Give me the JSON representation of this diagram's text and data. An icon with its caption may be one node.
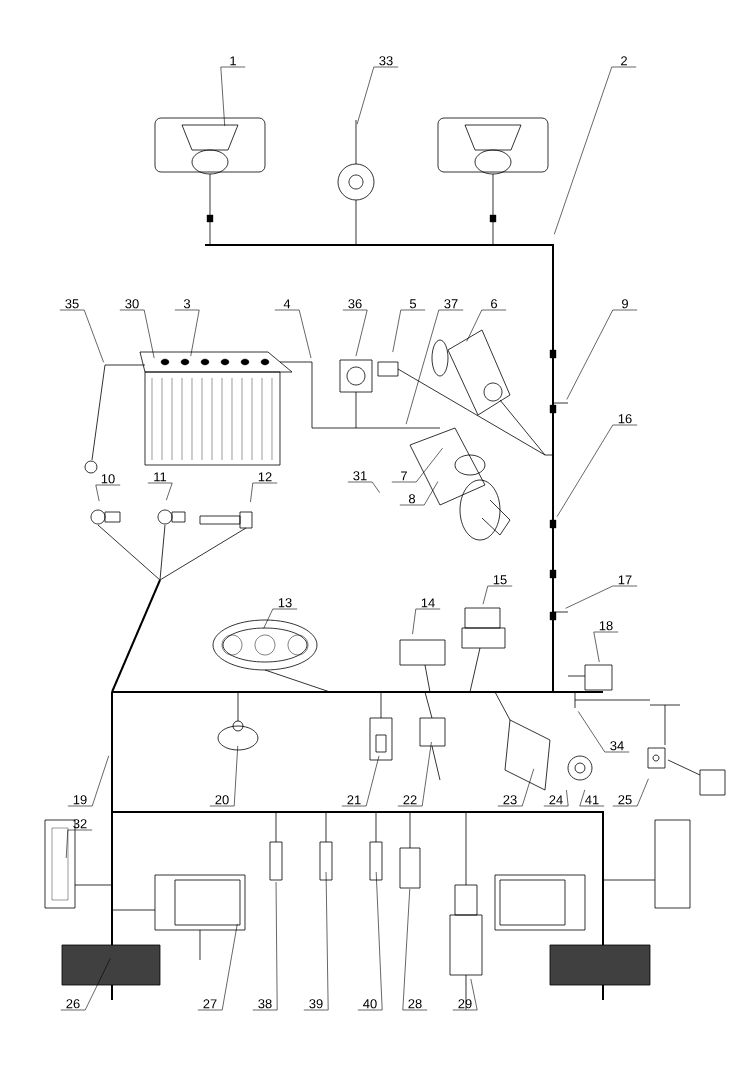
{
  "diagram": {
    "nodes": [
      {
        "text": [
          "1"
        ]
      },
      {
        "text": [
          "33"
        ]
      },
      {
        "text": [
          "2"
        ]
      },
      {
        "text": [
          "35"
        ]
      },
      {
        "text": [
          "30"
        ]
      },
      {
        "text": [
          "3"
        ]
      },
      {
        "text": [
          "4"
        ]
      },
      {
        "text": [
          "36"
        ]
      },
      {
        "text": [
          "5"
        ]
      },
      {
        "text": [
          "37"
        ]
      },
      {
        "text": [
          "6"
        ]
      },
      {
        "text": [
          "9"
        ]
      },
      {
        "text": [
          "16"
        ]
      },
      {
        "text": [
          "31"
        ]
      },
      {
        "text": [
          "7"
        ]
      },
      {
        "text": [
          "8"
        ]
      },
      {
        "text": [
          "10"
        ]
      },
      {
        "text": [
          "11"
        ]
      },
      {
        "text": [
          "12"
        ]
      },
      {
        "text": [
          "15"
        ]
      },
      {
        "text": [
          "17"
        ]
      },
      {
        "text": [
          "13"
        ]
      },
      {
        "text": [
          "14"
        ]
      },
      {
        "text": [
          "18"
        ]
      },
      {
        "text": [
          "34"
        ]
      },
      {
        "text": [
          "19"
        ]
      },
      {
        "text": [
          "20"
        ]
      },
      {
        "text": [
          "21"
        ]
      },
      {
        "text": [
          "22"
        ]
      },
      {
        "text": [
          "23"
        ]
      },
      {
        "text": [
          "24"
        ]
      },
      {
        "text": [
          "41"
        ]
      },
      {
        "text": [
          "25"
        ]
      },
      {
        "text": [
          "32"
        ]
      },
      {
        "text": [
          "26"
        ]
      },
      {
        "text": [
          "27"
        ]
      },
      {
        "text": [
          "38"
        ]
      },
      {
        "text": [
          "39"
        ]
      },
      {
        "text": [
          "40"
        ]
      },
      {
        "text": [
          "28"
        ]
      },
      {
        "text": [
          "29"
        ]
      }
    ],
    "edges": [
      {
        "from": 0,
        "to": null,
        "arrow": "none"
      },
      {
        "from": 1,
        "to": null,
        "arrow": "none"
      },
      {
        "from": 2,
        "to": null,
        "arrow": "none"
      },
      {
        "from": 3,
        "to": null,
        "arrow": "none"
      },
      {
        "from": 4,
        "to": null,
        "arrow": "none"
      },
      {
        "from": 5,
        "to": null,
        "arrow": "none"
      },
      {
        "from": 6,
        "to": null,
        "arrow": "none"
      },
      {
        "from": 7,
        "to": null,
        "arrow": "none"
      },
      {
        "from": 8,
        "to": null,
        "arrow": "none"
      },
      {
        "from": 9,
        "to": null,
        "arrow": "none"
      },
      {
        "from": 10,
        "to": null,
        "arrow": "none"
      },
      {
        "from": 11,
        "to": null,
        "arrow": "none"
      },
      {
        "from": 12,
        "to": null,
        "arrow": "none"
      },
      {
        "from": 13,
        "to": null,
        "arrow": "none"
      },
      {
        "from": 14,
        "to": null,
        "arrow": "none"
      },
      {
        "from": 15,
        "to": null,
        "arrow": "none"
      },
      {
        "from": 16,
        "to": null,
        "arrow": "none"
      },
      {
        "from": 17,
        "to": null,
        "arrow": "none"
      },
      {
        "from": 18,
        "to": null,
        "arrow": "none"
      },
      {
        "from": 19,
        "to": null,
        "arrow": "none"
      },
      {
        "from": 20,
        "to": null,
        "arrow": "none"
      },
      {
        "from": 21,
        "to": null,
        "arrow": "none"
      },
      {
        "from": 22,
        "to": null,
        "arrow": "none"
      },
      {
        "from": 23,
        "to": null,
        "arrow": "none"
      },
      {
        "from": 24,
        "to": null,
        "arrow": "none"
      },
      {
        "from": 25,
        "to": null,
        "arrow": "none"
      },
      {
        "from": 26,
        "to": null,
        "arrow": "none"
      },
      {
        "from": 27,
        "to": null,
        "arrow": "none"
      },
      {
        "from": 28,
        "to": null,
        "arrow": "none"
      },
      {
        "from": 29,
        "to": null,
        "arrow": "none"
      },
      {
        "from": 30,
        "to": null,
        "arrow": "none"
      },
      {
        "from": 31,
        "to": null,
        "arrow": "none"
      },
      {
        "from": 32,
        "to": null,
        "arrow": "none"
      },
      {
        "from": 33,
        "to": null,
        "arrow": "none"
      },
      {
        "from": 34,
        "to": null,
        "arrow": "none"
      },
      {
        "from": 35,
        "to": null,
        "arrow": "none"
      },
      {
        "from": 36,
        "to": null,
        "arrow": "none"
      },
      {
        "from": 37,
        "to": null,
        "arrow": "none"
      },
      {
        "from": 38,
        "to": null,
        "arrow": "none"
      },
      {
        "from": 39,
        "to": null,
        "arrow": "none"
      },
      {
        "from": 40,
        "to": null,
        "arrow": "none"
      }
    ]
  }
}
